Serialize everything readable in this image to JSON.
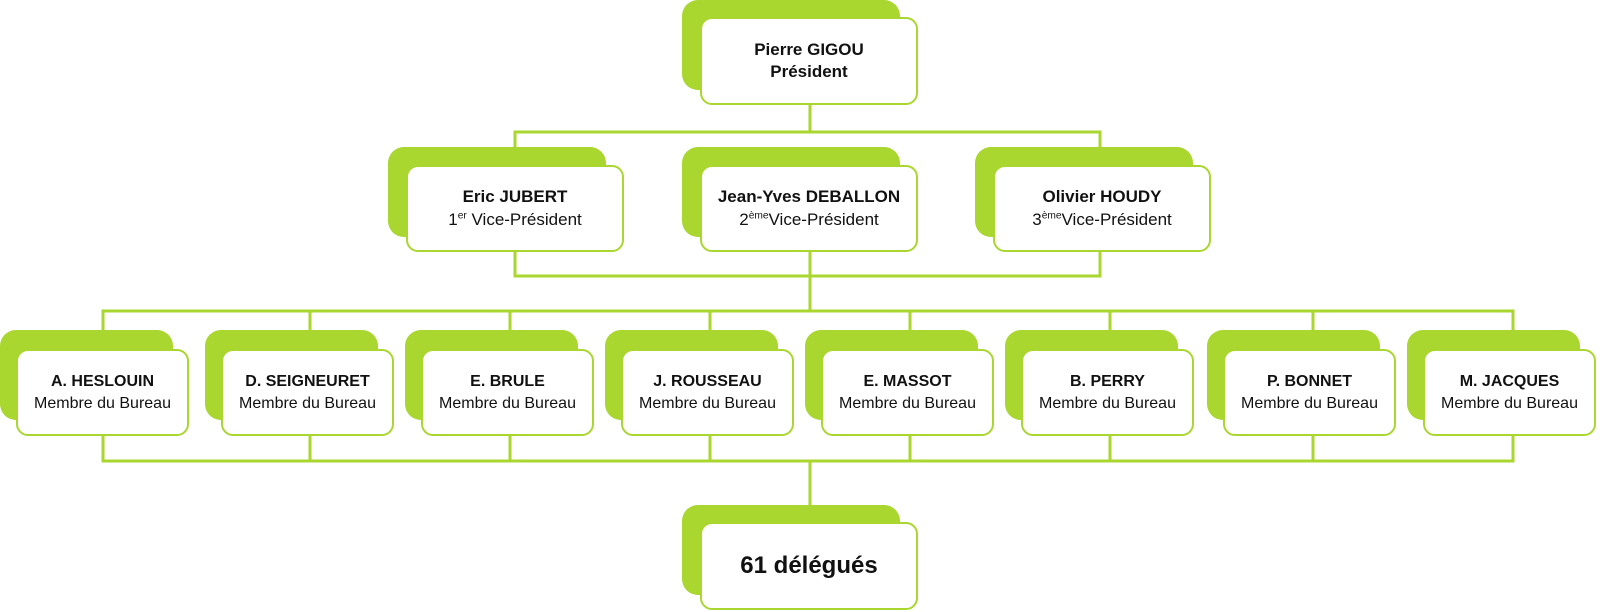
{
  "colors": {
    "accent": "#a9d62f",
    "card_bg": "#ffffff",
    "text": "#111111"
  },
  "president": {
    "name": "Pierre GIGOU",
    "role": "Président"
  },
  "vice_presidents": [
    {
      "name": "Eric JUBERT",
      "ordinal": "1",
      "ordinal_sup": "er",
      "role": " Vice-Président"
    },
    {
      "name": "Jean-Yves DEBALLON",
      "ordinal": "2",
      "ordinal_sup": "ème",
      "role": "Vice-Président"
    },
    {
      "name": "Olivier HOUDY",
      "ordinal": "3",
      "ordinal_sup": "ème",
      "role": "Vice-Président"
    }
  ],
  "members": [
    {
      "name": "A. HESLOUIN",
      "role": "Membre du Bureau"
    },
    {
      "name": "D. SEIGNEURET",
      "role": "Membre du Bureau"
    },
    {
      "name": "E. BRULE",
      "role": "Membre du Bureau"
    },
    {
      "name": "J. ROUSSEAU",
      "role": "Membre du Bureau"
    },
    {
      "name": "E. MASSOT",
      "role": "Membre du Bureau"
    },
    {
      "name": "B. PERRY",
      "role": "Membre du Bureau"
    },
    {
      "name": "P. BONNET",
      "role": "Membre du Bureau"
    },
    {
      "name": "M. JACQUES",
      "role": "Membre du Bureau"
    }
  ],
  "delegates": {
    "label": "61 délégués"
  }
}
